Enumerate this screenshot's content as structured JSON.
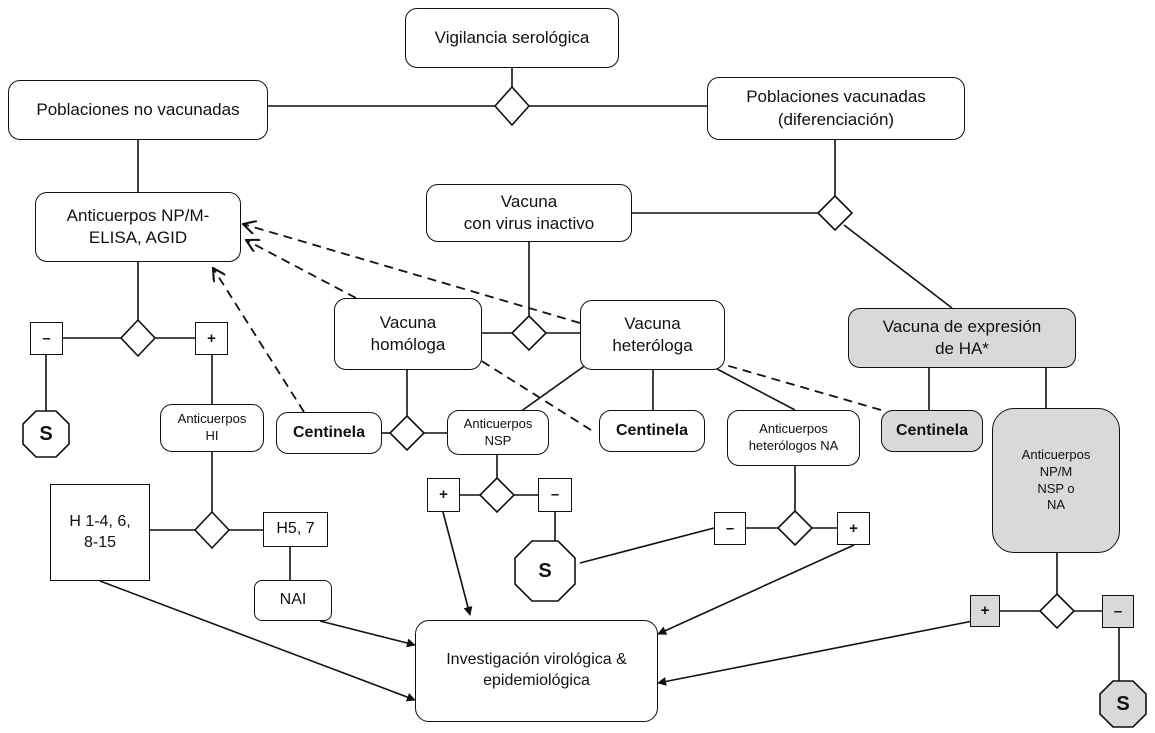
{
  "colors": {
    "line": "#111111",
    "grey_fill": "#d9d9d9"
  },
  "nodes": {
    "vigilancia": "Vigilancia serológica",
    "no_vacunadas": "Poblaciones no vacunadas",
    "vacunadas": "Poblaciones vacunadas\n(diferenciación)",
    "anticuerpos_np_m": "Anticuerpos NP/M-\nELISA, AGID",
    "vacuna_inactivo": "Vacuna\ncon virus inactivo",
    "vacuna_homologa": "Vacuna\nhomóloga",
    "vacuna_heterologa": "Vacuna\nheteróloga",
    "vacuna_expresion": "Vacuna de expresión\nde HA*",
    "anticuerpos_hi": "Anticuerpos\nHI",
    "centinela_1": "Centinela",
    "anticuerpos_nsp": "Anticuerpos\nNSP",
    "centinela_2": "Centinela",
    "anticuerpos_heterologos_na": "Anticuerpos\nheterólogos NA",
    "centinela_3": "Centinela",
    "anticuerpos_np_m_nsp_na": "Anticuerpos\nNP/M\nNSP o\nNA",
    "h_1_15": "H 1-4, 6,\n8-15",
    "h5_7": "H5, 7",
    "nai": "NAI",
    "investigacion": "Investigación virológica &\nepidemiológica"
  },
  "signs": {
    "minus": "–",
    "plus": "+"
  },
  "stop_label": "S"
}
